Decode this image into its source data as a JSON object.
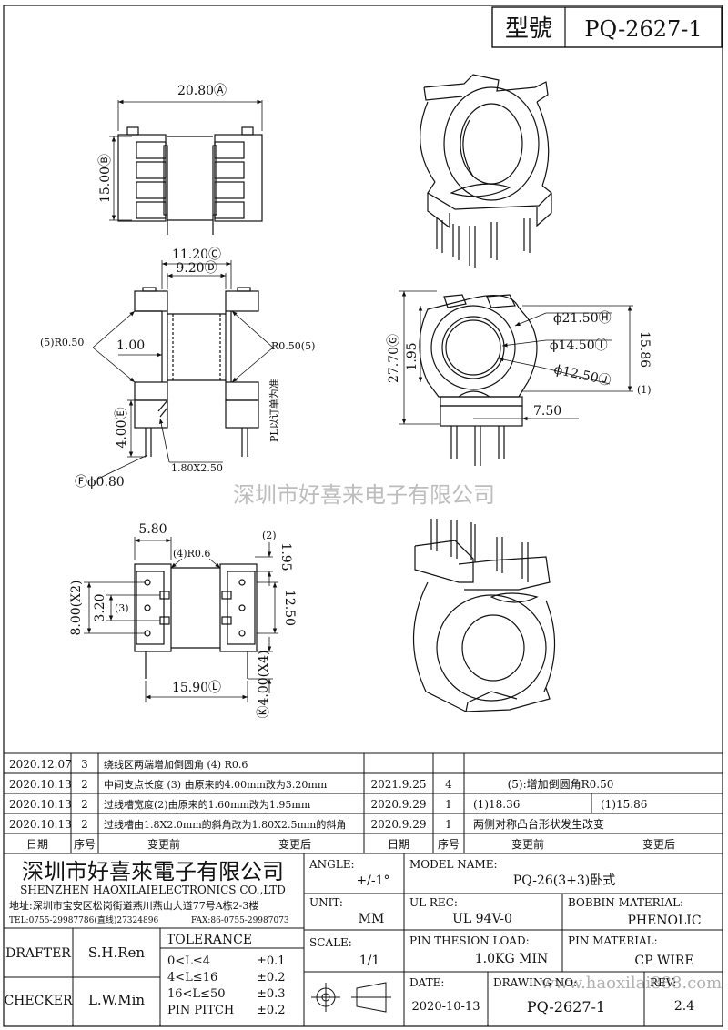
{
  "title_block": {
    "model_label": "型號",
    "model_value": "PQ-2627-1"
  },
  "dims_top": {
    "width": "20.80Ⓐ",
    "height": "15.00Ⓑ"
  },
  "dims_mid": {
    "d1": "11.20Ⓒ",
    "d2": "9.20Ⓓ",
    "r_left": "(5)R0.50",
    "r_right": "R0.50(5)",
    "center": "1.00",
    "pl_note": "PL以订单为准",
    "e": "4.00Ⓔ",
    "slot": "1.80X2.50",
    "pin_dia": "Ⓕϕ0.80"
  },
  "dims_side": {
    "overall": "27.70Ⓖ",
    "h195": "1.95",
    "d_h": "ϕ21.50Ⓗ",
    "d_i": "ϕ14.50Ⓘ",
    "d_j": "ϕ12.50Ⓙ",
    "right": "15.86",
    "right_note": "(1)",
    "w750": "7.50"
  },
  "watermark": "深圳市好喜来电子有限公司",
  "dims_bot": {
    "w580": "5.80",
    "r06": "(4)R0.6",
    "h195": "1.95",
    "h195_note": "(2)",
    "h800": "8.00(X2)",
    "h320": "3.20",
    "h320_note": "(3)",
    "h1250": "12.50",
    "w1590": "15.90Ⓛ",
    "h400": "Ⓚ4.00(X4)"
  },
  "revisions": [
    {
      "date": "2020.12.07",
      "no": "3",
      "content": "绕线区两端增加倒圆角 (4) R0.6",
      "date2": "",
      "no2": "",
      "content2": ""
    },
    {
      "date": "2020.10.13",
      "no": "2",
      "content": "中间支点长度 (3) 由原来的4.00mm改为3.20mm",
      "date2": "2021.9.25",
      "no2": "4",
      "content2": "(5):增加倒圆角R0.50"
    },
    {
      "date": "2020.10.13",
      "no": "2",
      "content": "过线槽宽度(2)由原来的1.60mm改为1.95mm",
      "date2": "2020.9.29",
      "no2": "1",
      "content2": "(1)18.36",
      "content3": "(1)15.86"
    },
    {
      "date": "2020.10.13",
      "no": "2",
      "content": "过线槽由1.8X2.0mm的斜角改为1.80X2.5mm的斜角",
      "date2": "2020.9.29",
      "no2": "1",
      "content2": "两侧对称凸台形状发生改变"
    }
  ],
  "rev_header": {
    "date": "日期",
    "no": "序号",
    "content": "变更前",
    "after": "变更后"
  },
  "company": {
    "cn": "深圳市好喜來電子有限公司",
    "en": "SHENZHEN HAOXILAIELECTRONICS CO.,LTD",
    "address": "地址:深圳市宝安区松岗街道燕川燕山大道77号A栋2-3楼",
    "tel": "TEL:0755-29987786(直线)27324896",
    "fax": "FAX:86-0755-29987073"
  },
  "info": {
    "angle_label": "ANGLE:",
    "angle_value": "+/-1°",
    "model_label": "MODEL NAME:",
    "model_value": "PQ-26(3+3)卧式",
    "unit_label": "UNIT:",
    "unit_value": "MM",
    "ul_label": "UL REC:",
    "ul_value": "UL 94V-0",
    "bobbin_label": "BOBBIN MATERIAL:",
    "bobbin_value": "PHENOLIC",
    "scale_label": "SCALE:",
    "scale_value": "1/1",
    "pin_load_label": "PIN THESION LOAD:",
    "pin_load_value": "1.0KG MIN",
    "pin_mat_label": "PIN MATERIAL:",
    "pin_mat_value": "CP  WIRE",
    "date_label": "DATE:",
    "date_value": "2020-10-13",
    "drawing_label": "DRAWING NO:",
    "drawing_value": "PQ-2627-1",
    "rev_label": "REV:",
    "rev_value": "2.4",
    "site": "www.haoxilai888.com"
  },
  "people": {
    "drafter_label": "DRAFTER",
    "drafter_value": "S.H.Ren",
    "checker_label": "CHECKER",
    "checker_value": "L.W.Min"
  },
  "tolerance": {
    "title": "TOLERANCE",
    "rows": [
      {
        "range": "0<L≤4",
        "value": "±0.1"
      },
      {
        "range": "4<L≤16",
        "value": "±0.2"
      },
      {
        "range": "16<L≤50",
        "value": "±0.3"
      },
      {
        "range": "PIN PITCH",
        "value": "±0.2"
      }
    ]
  }
}
